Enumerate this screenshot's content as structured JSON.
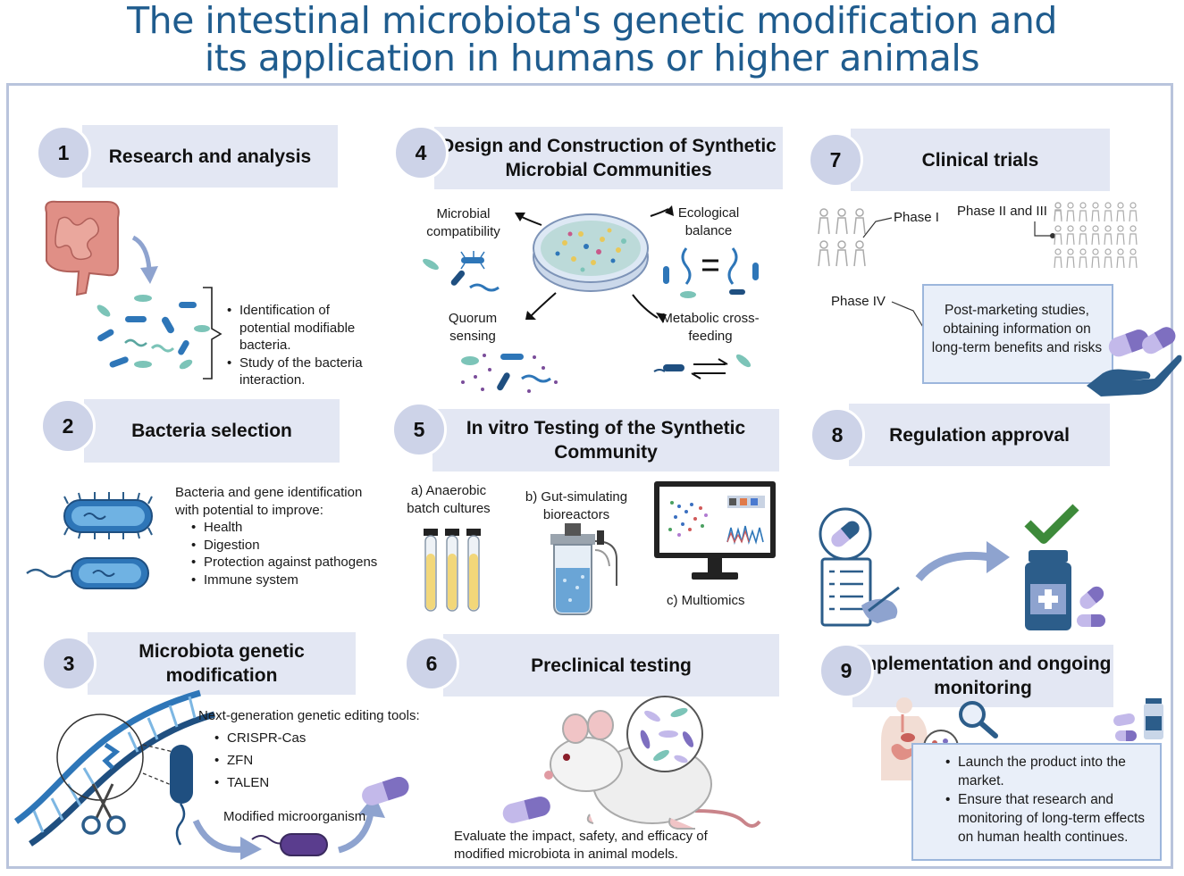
{
  "title": {
    "line1": "The intestinal microbiota's genetic modification and",
    "line2": "its application in humans or higher animals"
  },
  "colors": {
    "title": "#1f5c8e",
    "header_fill": "#e3e7f3",
    "number_circle": "#cdd3e8",
    "frame": "#b9c4dc",
    "bacteria_blue": "#2e76b8",
    "bacteria_teal": "#7cc4b8",
    "capsule_purple": "#7e6fc0",
    "hand_blue": "#2c5d8a",
    "check_green": "#3d8a3a",
    "yellow_media": "#f2d77a"
  },
  "steps": [
    {
      "number": "1",
      "title": "Research and analysis",
      "bullets": [
        "Identification of potential modifiable bacteria.",
        "Study of the bacteria interaction."
      ]
    },
    {
      "number": "2",
      "title": "Bacteria selection",
      "intro": "Bacteria and gene identification with potential to improve:",
      "bullets": [
        "Health",
        "Digestion",
        "Protection against pathogens",
        "Immune system"
      ]
    },
    {
      "number": "3",
      "title": "Microbiota genetic modification",
      "intro": "Next-generation genetic editing tools:",
      "bullets": [
        "CRISPR-Cas",
        "ZFN",
        "TALEN"
      ],
      "caption": "Modified microorganism"
    },
    {
      "number": "4",
      "title": "Design and Construction of Synthetic Microbial Communities",
      "labels": {
        "compat": "Microbial compatibility",
        "ecology": "Ecological balance",
        "quorum": "Quorum sensing",
        "metabolic": "Metabolic cross-feeding"
      }
    },
    {
      "number": "5",
      "title": "In vitro Testing of the Synthetic Community",
      "labels": {
        "a": "a) Anaerobic batch cultures",
        "b": "b) Gut-simulating bioreactors",
        "c": "c) Multiomics"
      }
    },
    {
      "number": "6",
      "title": "Preclinical testing",
      "caption": "Evaluate the impact, safety, and efficacy of modified microbiota in animal models."
    },
    {
      "number": "7",
      "title": "Clinical trials",
      "labels": {
        "p1": "Phase I",
        "p23": "Phase II and III",
        "p4": "Phase IV"
      },
      "box": "Post-marketing studies, obtaining information on long-term benefits and risks"
    },
    {
      "number": "8",
      "title": "Regulation approval"
    },
    {
      "number": "9",
      "title": "Implementation and ongoing monitoring",
      "bullets": [
        "Launch the product into the market.",
        "Ensure that research and monitoring of long-term effects on human health continues."
      ]
    }
  ],
  "icons": [
    "intestine-icon",
    "bacteria-cluster-icon",
    "petri-dish-icon",
    "test-tubes-icon",
    "bioreactor-icon",
    "monitor-icon",
    "dna-icon",
    "scissors-icon",
    "capsule-icon",
    "mouse-icon",
    "magnifier-icon",
    "people-icon",
    "hand-icon",
    "clipboard-icon",
    "medicine-bottle-icon",
    "checkmark-icon",
    "human-body-icon"
  ]
}
